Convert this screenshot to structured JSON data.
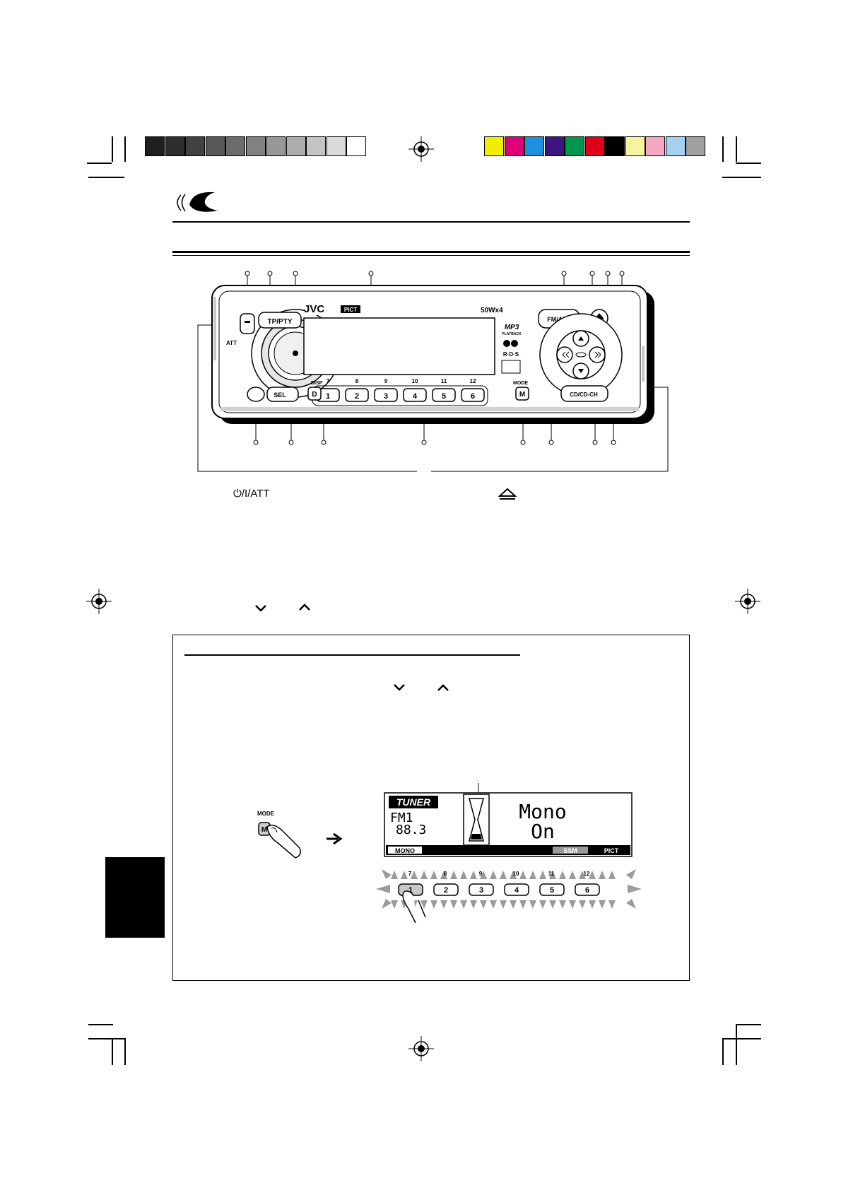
{
  "colors": {
    "grayscale": [
      "#1f1f1f",
      "#2e2e2e",
      "#414141",
      "#575757",
      "#6c6c6c",
      "#828282",
      "#979797",
      "#adadad",
      "#c4c4c4",
      "#dadada",
      "#ffffff"
    ],
    "process": [
      "#f2ee00",
      "#e0007a",
      "#1e8fe0",
      "#3d1480",
      "#00964e",
      "#e0001a",
      "#000000",
      "#f7f4a0",
      "#f4a8c4",
      "#a6d0f2",
      "#a0a0a0"
    ]
  },
  "faceplate": {
    "brand": "JVC",
    "pict_badge": "PICT",
    "power_rating": "50Wx4",
    "tp_pty": "TP/PTY",
    "fm_am": "FM/AM",
    "power_att": "ATT",
    "sel": "SEL",
    "disp_label": "DISP",
    "disp_key": "D",
    "mode_label": "MODE",
    "mode_key": "M",
    "cd": "CD/CD-CH",
    "mp3": "MP3",
    "mp3_sub": "PLAYBACK",
    "rds": "R·D·S",
    "upper_numbers": [
      "7",
      "8",
      "9",
      "10",
      "11",
      "12"
    ],
    "presets": [
      "1",
      "2",
      "3",
      "4",
      "5",
      "6"
    ]
  },
  "page": {
    "power_label": "⏻/I/ATT",
    "down_glyph": "⌄",
    "up_glyph": "⌃"
  },
  "illustration": {
    "mode_label": "MODE",
    "mode_key": "M",
    "tuner_badge": "TUNER",
    "band": "FM1",
    "frequency": "88.3",
    "message_line1": "Mono",
    "message_line2": "On",
    "softkeys": [
      "MONO",
      "",
      "",
      "",
      "SSM",
      "PICT"
    ],
    "upper_numbers": [
      "7",
      "8",
      "9",
      "10",
      "11",
      "12"
    ],
    "presets": [
      "1",
      "2",
      "3",
      "4",
      "5",
      "6"
    ]
  }
}
